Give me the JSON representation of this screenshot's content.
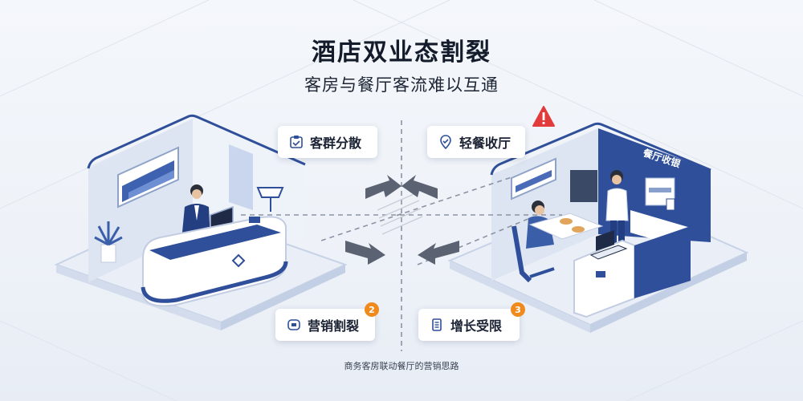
{
  "title": "酒店双业态割裂",
  "subtitle": "客房与餐厅客流难以互通",
  "labels": {
    "guest_scatter": "客群分散",
    "light_meal": "轻餐收厅",
    "marketing_split": "营销割裂",
    "growth_limit": "增长受限"
  },
  "badges": {
    "marketing": "2",
    "growth": "3"
  },
  "restaurant_sign": "餐厅收银",
  "footer": "商务客房联动餐厅的营销思路",
  "colors": {
    "accent": "#2f4f9a",
    "warning": "#e23b3b",
    "badge": "#f08a1c"
  },
  "icons": {
    "guest_scatter": "clipboard-icon",
    "light_meal": "location-icon",
    "marketing_split": "box-icon",
    "growth_limit": "document-icon",
    "warning": "warning-triangle-icon"
  }
}
